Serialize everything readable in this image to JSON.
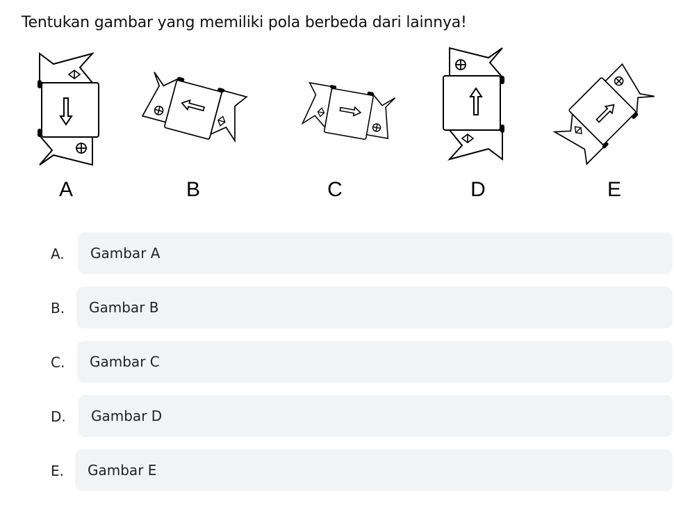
{
  "question": {
    "text": "Tentukan gambar yang memiliki pola berbeda dari lainnya!"
  },
  "figures": [
    {
      "label": "A",
      "icon_name": "figure-a-down-arrow-icon"
    },
    {
      "label": "B",
      "icon_name": "figure-b-left-arrow-icon"
    },
    {
      "label": "C",
      "icon_name": "figure-c-left-arrow-icon"
    },
    {
      "label": "D",
      "icon_name": "figure-d-up-arrow-icon"
    },
    {
      "label": "E",
      "icon_name": "figure-e-diagonal-arrow-icon"
    }
  ],
  "options": [
    {
      "letter": "A.",
      "text": "Gambar A"
    },
    {
      "letter": "B.",
      "text": "Gambar B"
    },
    {
      "letter": "C.",
      "text": "Gambar C"
    },
    {
      "letter": "D.",
      "text": "Gambar D"
    },
    {
      "letter": "E.",
      "text": "Gambar E"
    }
  ],
  "colors": {
    "option_background": "#f2f3f5",
    "text": "#111111",
    "figure_stroke": "#000000"
  }
}
